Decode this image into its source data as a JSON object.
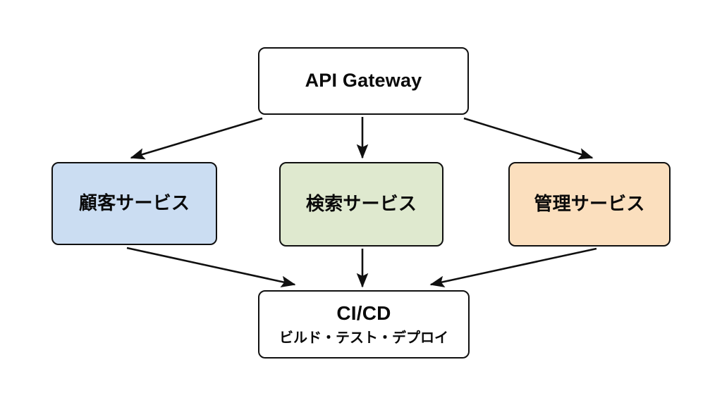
{
  "diagram": {
    "type": "flowchart",
    "background_color": "#ffffff",
    "border_color": "#101010",
    "arrow_color": "#101010",
    "nodes": [
      {
        "id": "api-gateway",
        "title": "API Gateway",
        "subtitle": "",
        "fill": "#ffffff",
        "shape": "rounded-rectangle"
      },
      {
        "id": "customer-service",
        "title": "顧客サービス",
        "subtitle": "",
        "fill": "#cbddf2",
        "shape": "rounded-rectangle"
      },
      {
        "id": "search-service",
        "title": "検索サービス",
        "subtitle": "",
        "fill": "#dfe9cf",
        "shape": "rounded-rectangle"
      },
      {
        "id": "admin-service",
        "title": "管理サービス",
        "subtitle": "",
        "fill": "#fbdfbe",
        "shape": "rounded-rectangle"
      },
      {
        "id": "cicd",
        "title": "CI/CD",
        "subtitle": "ビルド・テスト・デプロイ",
        "fill": "#ffffff",
        "shape": "rounded-rectangle"
      }
    ],
    "edges": [
      {
        "id": "gateway-to-customer",
        "from": "api-gateway",
        "to": "customer-service",
        "label": "",
        "style": "solid-arrow"
      },
      {
        "id": "gateway-to-search",
        "from": "api-gateway",
        "to": "search-service",
        "label": "",
        "style": "solid-arrow"
      },
      {
        "id": "gateway-to-admin",
        "from": "api-gateway",
        "to": "admin-service",
        "label": "",
        "style": "solid-arrow"
      },
      {
        "id": "customer-to-cicd",
        "from": "customer-service",
        "to": "cicd",
        "label": "",
        "style": "solid-arrow"
      },
      {
        "id": "search-to-cicd",
        "from": "search-service",
        "to": "cicd",
        "label": "",
        "style": "solid-arrow"
      },
      {
        "id": "admin-to-cicd",
        "from": "admin-service",
        "to": "cicd",
        "label": "",
        "style": "solid-arrow"
      }
    ]
  }
}
